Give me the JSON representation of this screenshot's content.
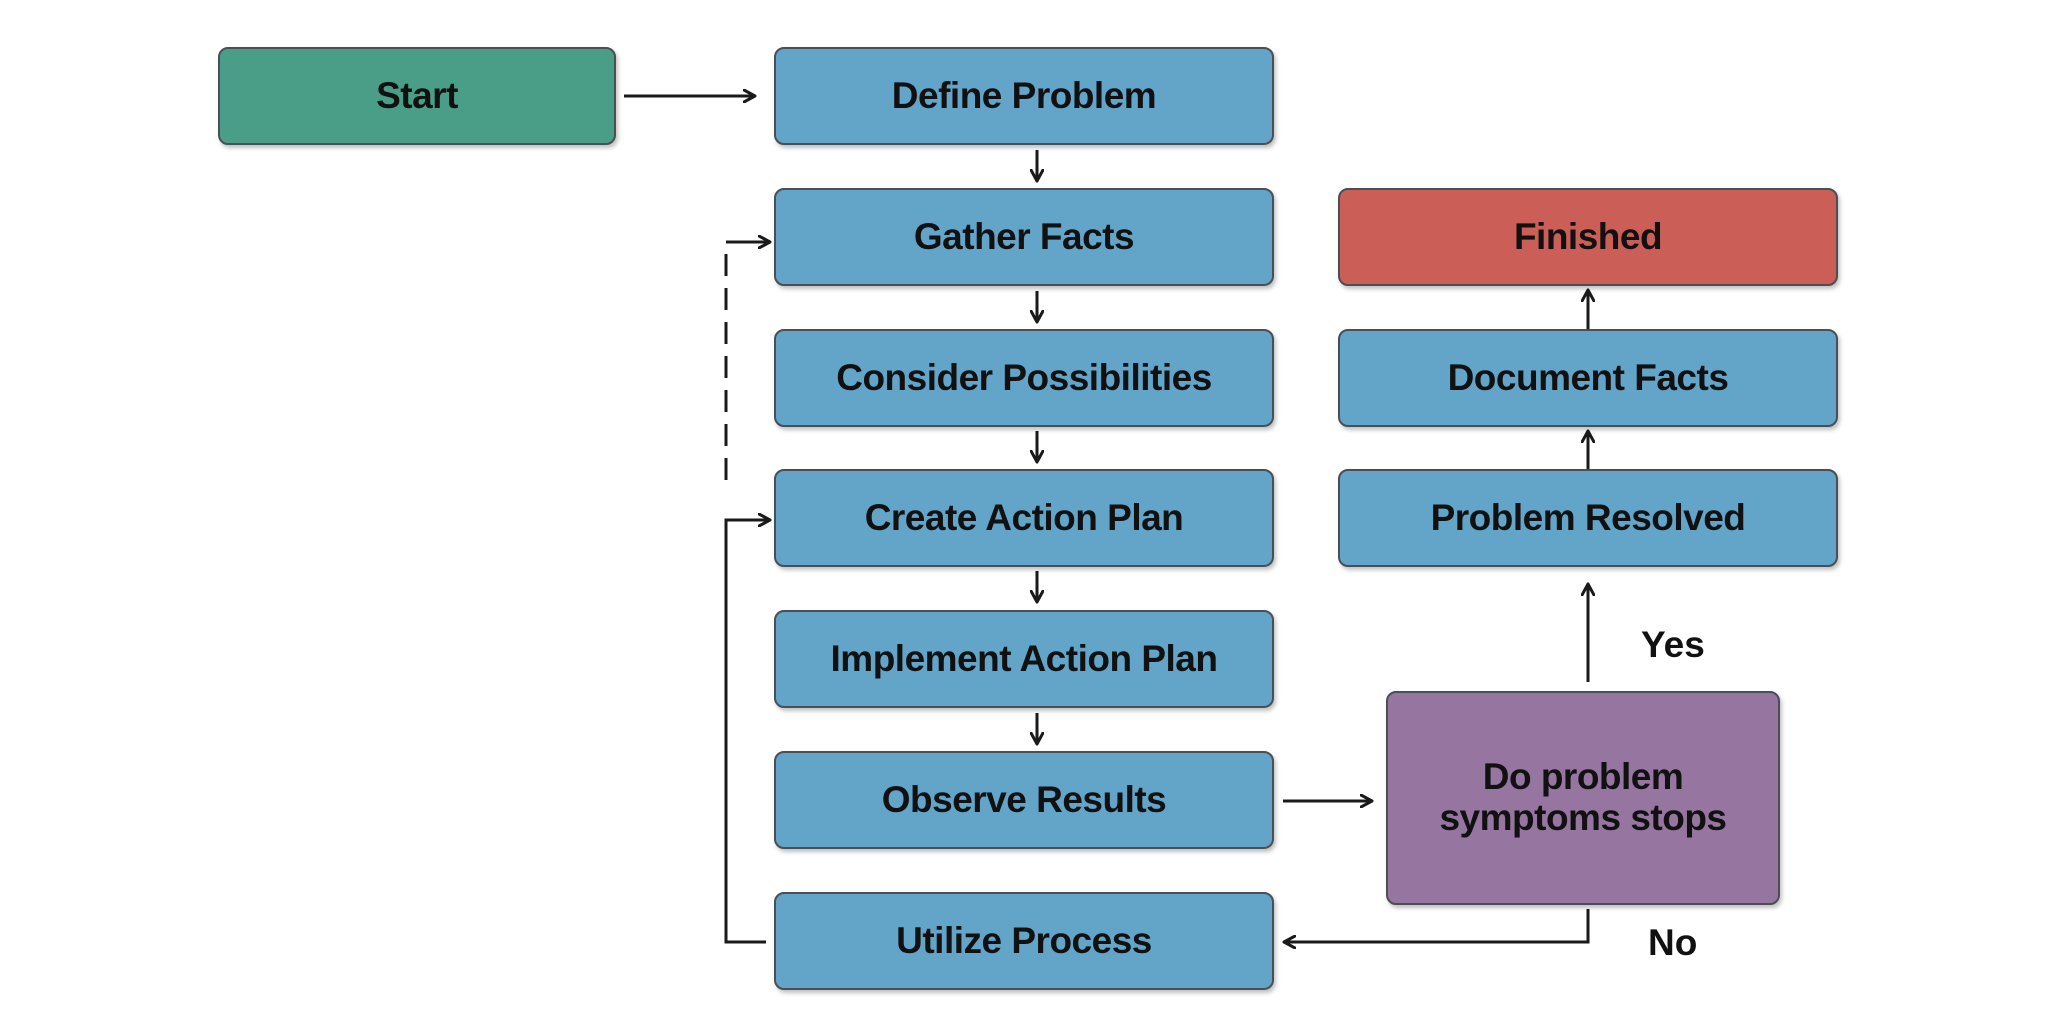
{
  "colors": {
    "start": "#4a9e87",
    "process": "#62a5c9",
    "finished": "#cc5e58",
    "decision": "#9676a0",
    "line": "#1a1a1a"
  },
  "nodes": {
    "start": "Start",
    "define_problem": "Define Problem",
    "gather_facts": "Gather Facts",
    "consider_possibilities": "Consider Possibilities",
    "create_action_plan": "Create Action Plan",
    "implement_action_plan": "Implement Action Plan",
    "observe_results": "Observe Results",
    "utilize_process": "Utilize Process",
    "decision": "Do problem symptoms stops",
    "problem_resolved": "Problem Resolved",
    "document_facts": "Document Facts",
    "finished": "Finished"
  },
  "edge_labels": {
    "yes": "Yes",
    "no": "No"
  }
}
